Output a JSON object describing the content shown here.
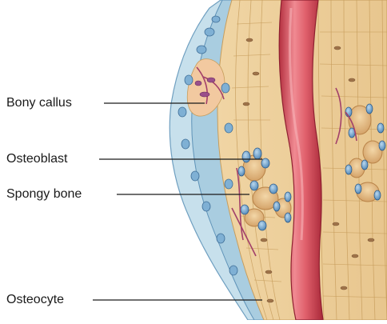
{
  "labels": {
    "bony_callus": "Bony callus",
    "osteoblast": "Osteoblast",
    "spongy_bone": "Spongy bone",
    "osteocyte": "Osteocyte"
  },
  "colors": {
    "bone": "#eccf9a",
    "bone_light": "#f3dcae",
    "bone_line": "#c79d5c",
    "callus_blue": "#a9cde0",
    "callus_blue_dark": "#5f93b8",
    "cell_blue": "#6d9dc6",
    "cell_nucleus": "#2f5d8c",
    "vessel": "#d94c5c",
    "vessel_dark": "#b53040",
    "vessel_light": "#f08a92",
    "purple": "#9a4f8a",
    "space_fill": "#e0b47c"
  }
}
